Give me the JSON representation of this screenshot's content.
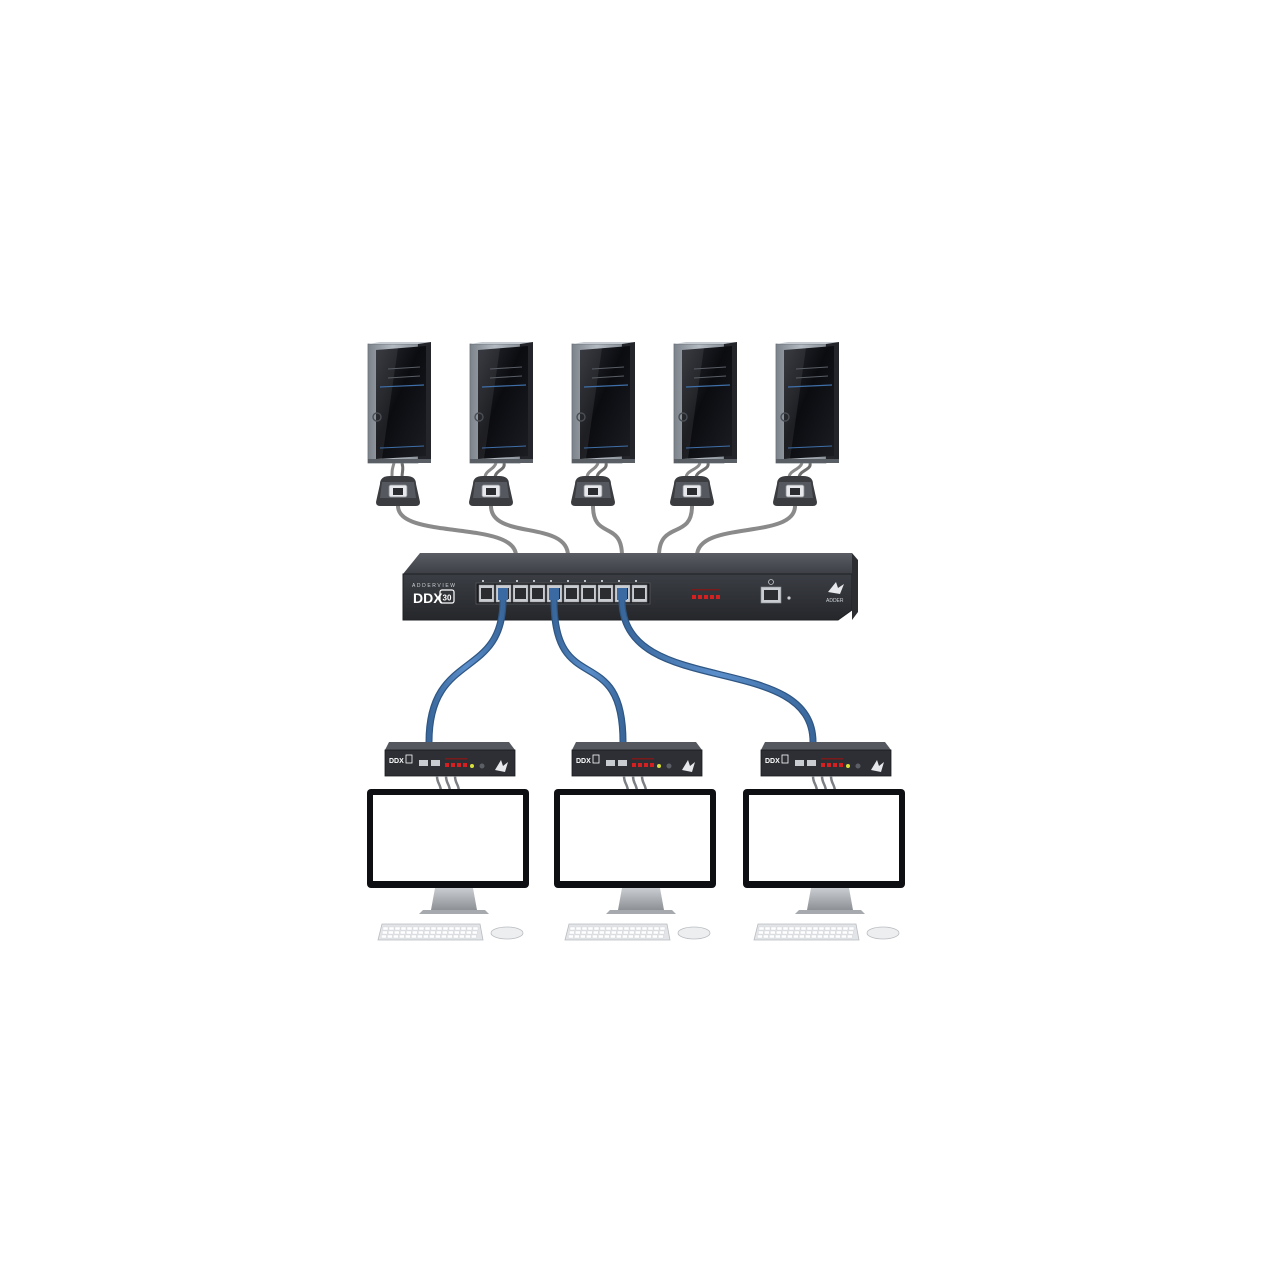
{
  "switch": {
    "brand": "ADDERVIEW",
    "model": "DDX",
    "model_number": "30",
    "vendor": "ADDER",
    "port_count": 10
  },
  "computers": {
    "count": 5
  },
  "user_stations": {
    "count": 3,
    "extender_model": "DDX",
    "extender_vendor": "ADDER"
  },
  "colors": {
    "link_cable": "#4a7bb7",
    "cpu_cable": "#8a8a8a",
    "switch_body": "#3a3a3f",
    "tower_face": "#101014",
    "tower_side": "#9aa0a8",
    "led": "#d42020"
  },
  "icons": {
    "computer": "tower-pc-icon",
    "computer_module": "computer-access-module-icon",
    "switch": "matrix-switch-icon",
    "extender": "user-station-extender-icon",
    "monitor": "monitor-icon",
    "keyboard": "keyboard-icon",
    "mouse": "mouse-icon"
  }
}
